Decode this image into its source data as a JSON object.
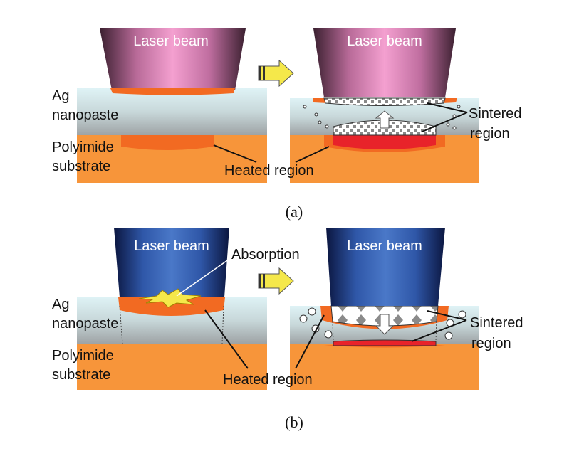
{
  "panel_a": {
    "caption": "(a)",
    "beam_label_left": "Laser beam",
    "beam_label_right": "Laser beam",
    "layer_top_line1": "Ag",
    "layer_top_line2": "nanopaste",
    "layer_bottom_line1": "Polyimide",
    "layer_bottom_line2": "substrate",
    "heated_label": "Heated region",
    "sintered_line1": "Sintered",
    "sintered_line2": "region",
    "beam_color": "#f08fc6"
  },
  "panel_b": {
    "caption": "(b)",
    "beam_label_left": "Laser beam",
    "beam_label_right": "Laser beam",
    "absorption_label": "Absorption",
    "layer_top_line1": "Ag",
    "layer_top_line2": "nanopaste",
    "layer_bottom_line1": "Polyimide",
    "layer_bottom_line2": "substrate",
    "heated_label": "Heated region",
    "sintered_line1": "Sintered",
    "sintered_line2": "region",
    "beam_color": "#3a64b8"
  },
  "colors": {
    "substrate": "#f7953a",
    "heated": "#f26a22",
    "hot": "#e8232a",
    "arrow": "#f5e84a"
  }
}
